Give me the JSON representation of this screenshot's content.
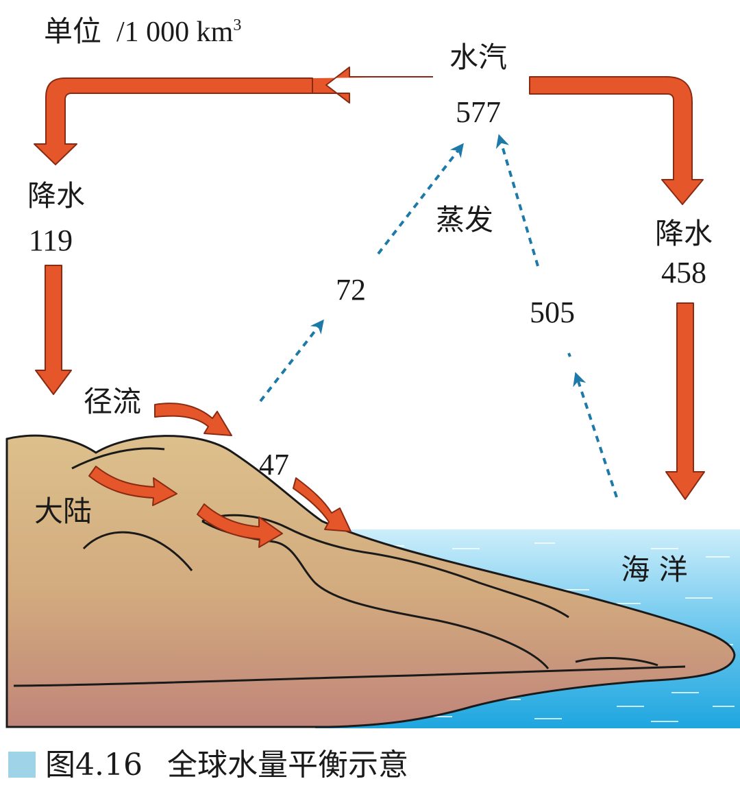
{
  "unit": {
    "prefix": "单位",
    "value": "/1 000 km",
    "exponent": "3"
  },
  "vapor": {
    "label": "水汽",
    "value": "577"
  },
  "precip_land": {
    "label": "降水",
    "value": "119"
  },
  "precip_ocean": {
    "label": "降水",
    "value": "458"
  },
  "evaporation": {
    "label": "蒸发",
    "land_value": "72",
    "ocean_value": "505"
  },
  "runoff": {
    "label": "径流",
    "value": "47"
  },
  "continent_label": "大陆",
  "ocean_label": "海 洋",
  "caption": {
    "figure": "图4.16",
    "title": "全球水量平衡示意"
  },
  "colors": {
    "flow_arrow": "#e5562b",
    "flow_arrow_stroke": "#8a2a12",
    "evap_arrow": "#1d7aa8",
    "land_top": "#d9bb86",
    "land_bottom": "#c68a7a",
    "ocean_top": "#c9ecf8",
    "ocean_bottom": "#1fa8e0",
    "caption_square": "#9fd3e8"
  }
}
